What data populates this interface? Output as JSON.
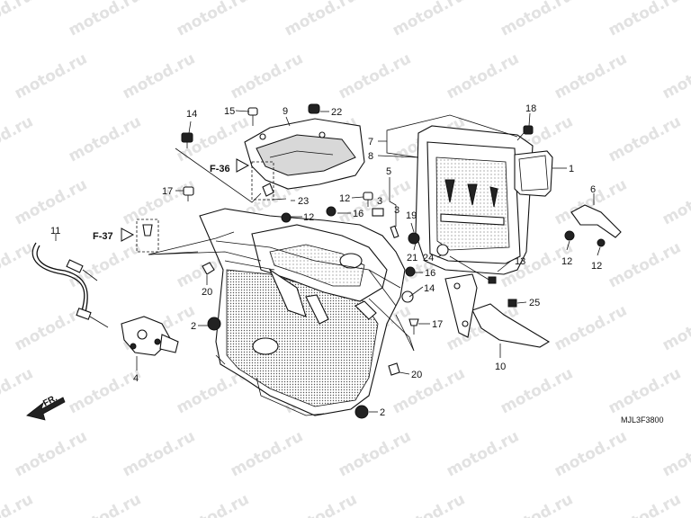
{
  "watermark": "motod.ru",
  "diagram_code": "MJL3F3800",
  "direction_label": "FR.",
  "refs": {
    "f36": "F-36",
    "f37": "F-37"
  },
  "callouts": [
    {
      "id": "c14",
      "text": "14"
    },
    {
      "id": "c15",
      "text": "15"
    },
    {
      "id": "c9",
      "text": "9"
    },
    {
      "id": "c22",
      "text": "22"
    },
    {
      "id": "c18",
      "text": "18"
    },
    {
      "id": "c7",
      "text": "7"
    },
    {
      "id": "c8",
      "text": "8"
    },
    {
      "id": "c1",
      "text": "1"
    },
    {
      "id": "c17a",
      "text": "17"
    },
    {
      "id": "c23",
      "text": "23"
    },
    {
      "id": "c5",
      "text": "5"
    },
    {
      "id": "c12a",
      "text": "12"
    },
    {
      "id": "c3a",
      "text": "3"
    },
    {
      "id": "c3b",
      "text": "3"
    },
    {
      "id": "c16a",
      "text": "16"
    },
    {
      "id": "c12b",
      "text": "12"
    },
    {
      "id": "c19",
      "text": "19"
    },
    {
      "id": "c6",
      "text": "6"
    },
    {
      "id": "c11",
      "text": "11"
    },
    {
      "id": "c21",
      "text": "21"
    },
    {
      "id": "c24",
      "text": "24"
    },
    {
      "id": "c13",
      "text": "13"
    },
    {
      "id": "c12c",
      "text": "12"
    },
    {
      "id": "c12d",
      "text": "12"
    },
    {
      "id": "c20a",
      "text": "20"
    },
    {
      "id": "c16b",
      "text": "16"
    },
    {
      "id": "c14b",
      "text": "14"
    },
    {
      "id": "c25",
      "text": "25"
    },
    {
      "id": "c2a",
      "text": "2"
    },
    {
      "id": "c17b",
      "text": "17"
    },
    {
      "id": "c4",
      "text": "4"
    },
    {
      "id": "c10",
      "text": "10"
    },
    {
      "id": "c20b",
      "text": "20"
    },
    {
      "id": "c2b",
      "text": "2"
    }
  ]
}
